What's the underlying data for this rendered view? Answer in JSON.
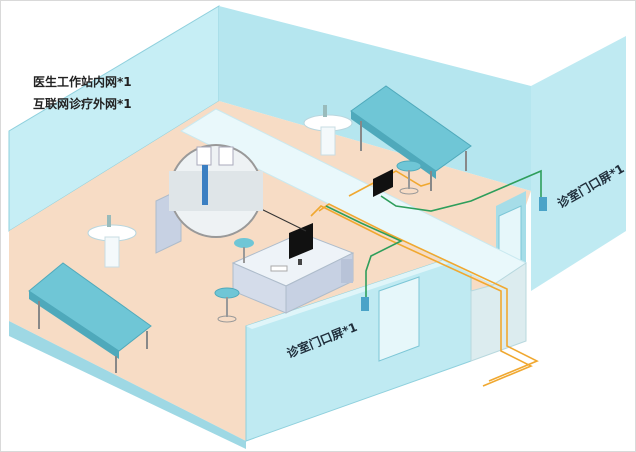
{
  "legend": {
    "line1": "医生工作站内网*1",
    "line2": "互联网诊疗外网*1"
  },
  "labels": {
    "door_screen_left": "诊室门口屏*1",
    "door_screen_right": "诊室门口屏*1"
  },
  "colors": {
    "wall_light": "#bfeaf2",
    "wall_mid": "#9ed8e4",
    "floor": "#f5dcc4",
    "cable_internal": "#2e9e5b",
    "cable_external": "#f0a830",
    "bed": "#6fc6d6"
  }
}
